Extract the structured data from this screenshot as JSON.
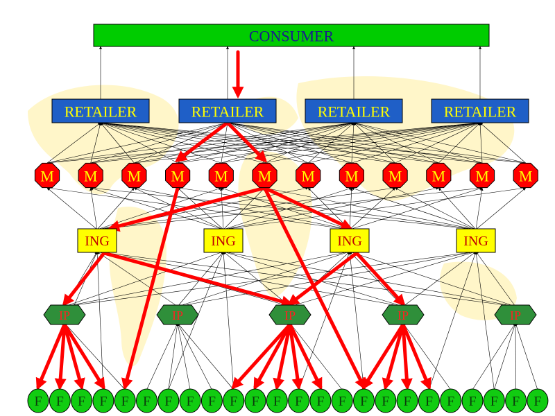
{
  "colors": {
    "consumer_fill": "#00cc00",
    "consumer_text": "#1a1a8c",
    "retailer_fill": "#1f5fc7",
    "retailer_text": "#ffff00",
    "manufacturer_fill": "#ff0000",
    "manufacturer_text": "#ffff00",
    "ingredient_fill": "#ffff00",
    "ingredient_text": "#c00000",
    "processor_fill": "#2f8f3a",
    "processor_text": "#ff2020",
    "farm_fill": "#11cc11",
    "farm_text": "#0b3d0b",
    "highlight_arrow": "#ff0000",
    "thin_arrow": "#000000",
    "map_background": "#fff6c9"
  },
  "labels": {
    "consumer": "CONSUMER",
    "retailer": "RETAILER",
    "manufacturer": "M",
    "ingredient": "ING",
    "processor": "IP",
    "farm": "F"
  },
  "counts": {
    "retailer": 4,
    "manufacturer": 12,
    "ingredient": 4,
    "processor": 5,
    "farm": 24
  },
  "highlighted_paths": {
    "consumer_to_retailer": [
      1
    ],
    "retailer_to_manufacturer": [
      [
        1,
        3
      ],
      [
        1,
        5
      ]
    ],
    "manufacturer_to_ingredient": [
      [
        5,
        0
      ],
      [
        5,
        2
      ]
    ],
    "manufacturer_to_farm": [
      [
        3,
        4
      ],
      [
        5,
        15
      ]
    ],
    "ingredient_to_processor": [
      [
        0,
        0
      ],
      [
        0,
        2
      ],
      [
        2,
        2
      ],
      [
        2,
        3
      ]
    ],
    "processor_to_farm": [
      [
        0,
        0
      ],
      [
        0,
        1
      ],
      [
        0,
        2
      ],
      [
        0,
        3
      ],
      [
        2,
        9
      ],
      [
        2,
        10
      ],
      [
        2,
        11
      ],
      [
        2,
        12
      ],
      [
        2,
        13
      ],
      [
        3,
        15
      ],
      [
        3,
        16
      ],
      [
        3,
        17
      ],
      [
        3,
        18
      ]
    ]
  }
}
